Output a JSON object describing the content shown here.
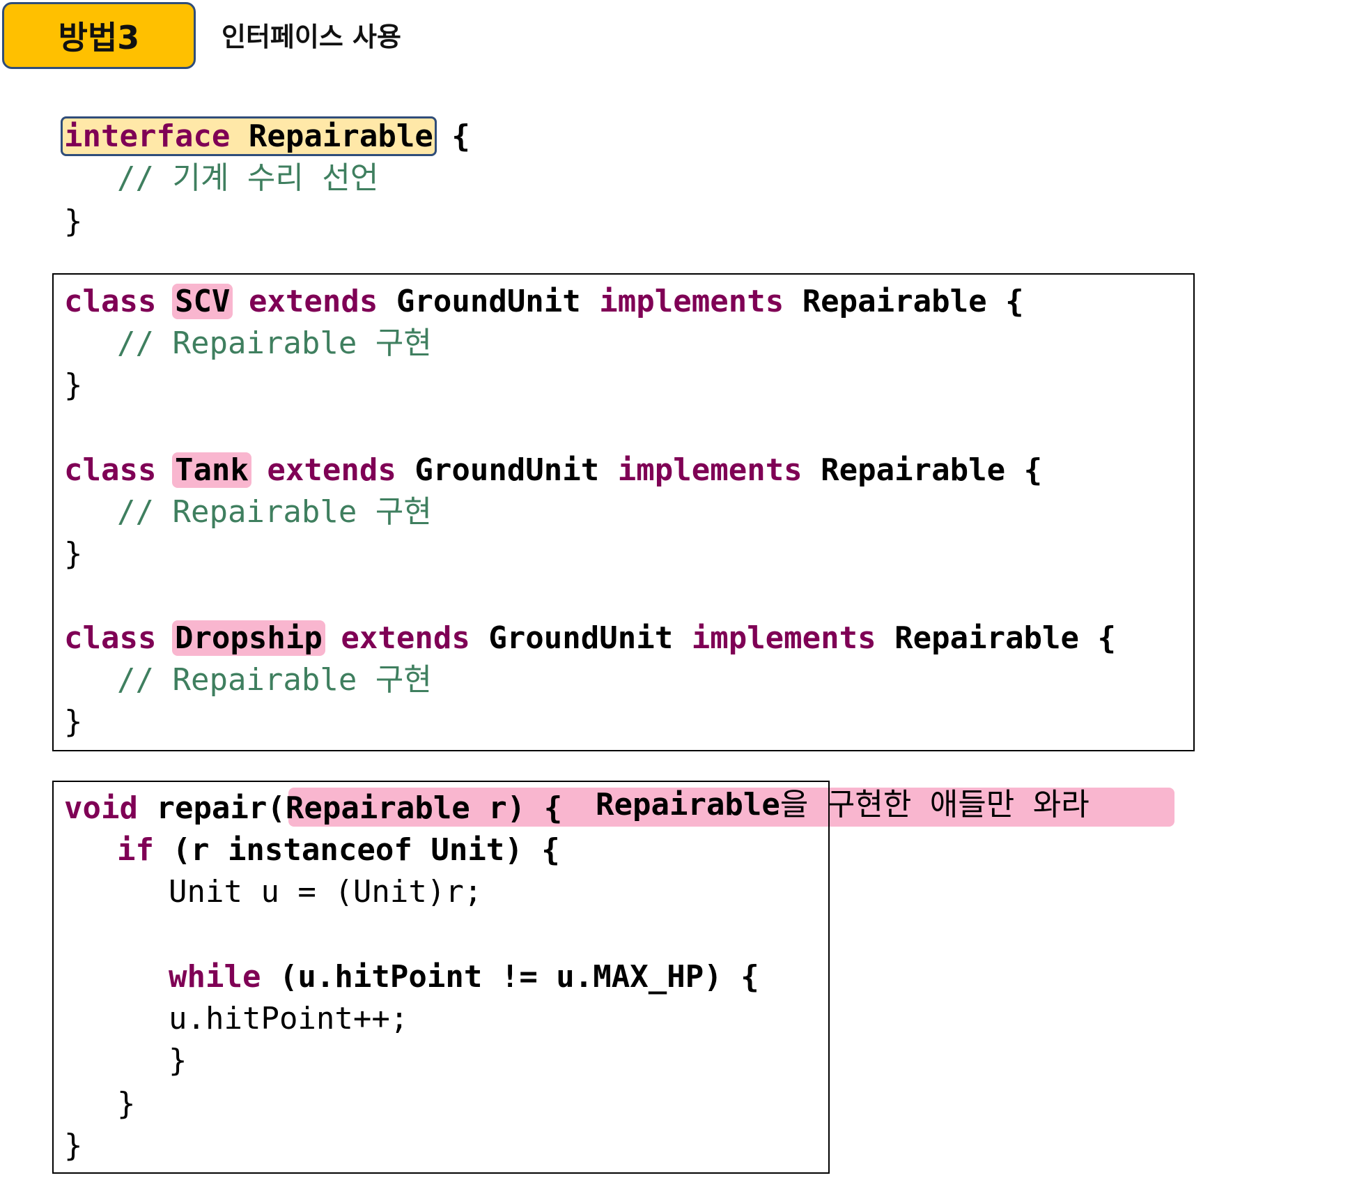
{
  "header": {
    "badge": "방법3",
    "subtitle": "인터페이스 사용"
  },
  "interface_block": {
    "kw_interface": "interface",
    "name": "Repairable",
    "open": " {",
    "comment": "// 기계 수리 선언",
    "close": "}"
  },
  "classes": [
    {
      "kw_class": "class",
      "name": "SCV",
      "kw_extends": "extends",
      "parent": "GroundUnit",
      "kw_implements": "implements",
      "iface": "Repairable {",
      "comment": "// Repairable 구현",
      "close": "}"
    },
    {
      "kw_class": "class",
      "name": "Tank",
      "kw_extends": "extends",
      "parent": "GroundUnit",
      "kw_implements": "implements",
      "iface": "Repairable {",
      "comment": "// Repairable 구현",
      "close": "}"
    },
    {
      "kw_class": "class",
      "name": "Dropship",
      "kw_extends": "extends",
      "parent": "GroundUnit",
      "kw_implements": "implements",
      "iface": "Repairable {",
      "comment": "// Repairable 구현",
      "close": "}"
    }
  ],
  "method_block": {
    "l1_kw": "void",
    "l1_name": " repair(",
    "l1_param": "Repairable r)",
    "l1_brace": " {",
    "l2_kw": "if",
    "l2_rest": " (r instanceof Unit) {",
    "l3": "Unit u = (Unit)r;",
    "l5_kw": "while",
    "l5_rest": " (u.hitPoint != u.MAX_HP) {",
    "l6": "u.hitPoint++;",
    "l7": "}",
    "l8": "}",
    "l9": "}"
  },
  "annotation": {
    "bold": "Repairable",
    "rest": "을 구현한 애들만 와라"
  }
}
